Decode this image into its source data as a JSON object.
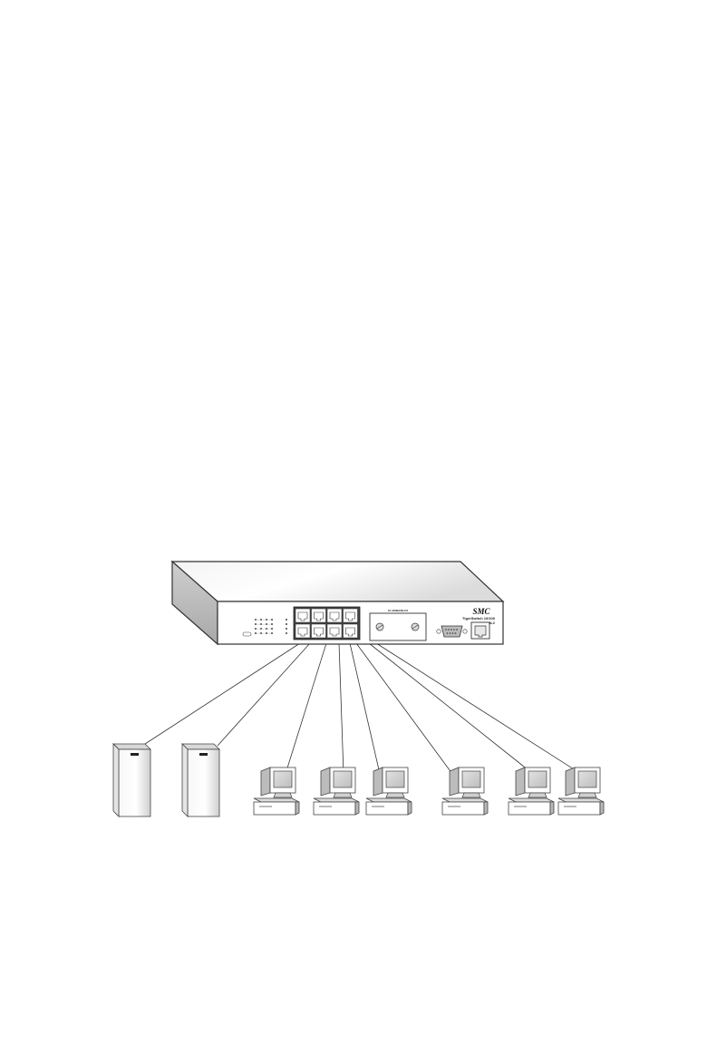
{
  "diagram": {
    "switch": {
      "brand": "SMC",
      "model_line": "TigerSwitch 10/100",
      "model_number": "6708L2",
      "module_label": "10 100BASE-FX",
      "port_count": 8
    },
    "servers": [
      {
        "id": "server-1"
      },
      {
        "id": "server-2"
      }
    ],
    "workstations": [
      {
        "id": "workstation-1"
      },
      {
        "id": "workstation-2"
      },
      {
        "id": "workstation-3"
      },
      {
        "id": "workstation-4"
      },
      {
        "id": "workstation-5"
      },
      {
        "id": "workstation-6"
      }
    ],
    "connections": [
      {
        "from": "switch-port",
        "to": "server-1"
      },
      {
        "from": "switch-port",
        "to": "server-2"
      },
      {
        "from": "switch-port",
        "to": "workstation-1"
      },
      {
        "from": "switch-port",
        "to": "workstation-2"
      },
      {
        "from": "switch-port",
        "to": "workstation-3"
      },
      {
        "from": "switch-port",
        "to": "workstation-4"
      },
      {
        "from": "switch-port",
        "to": "workstation-5"
      },
      {
        "from": "switch-port",
        "to": "workstation-6"
      }
    ],
    "colors": {
      "line": "#333333",
      "fill": "#ffffff",
      "shade_light": "#e6e6e6",
      "shade_mid": "#c8c8c8",
      "shade_dark": "#9a9a9a"
    }
  }
}
